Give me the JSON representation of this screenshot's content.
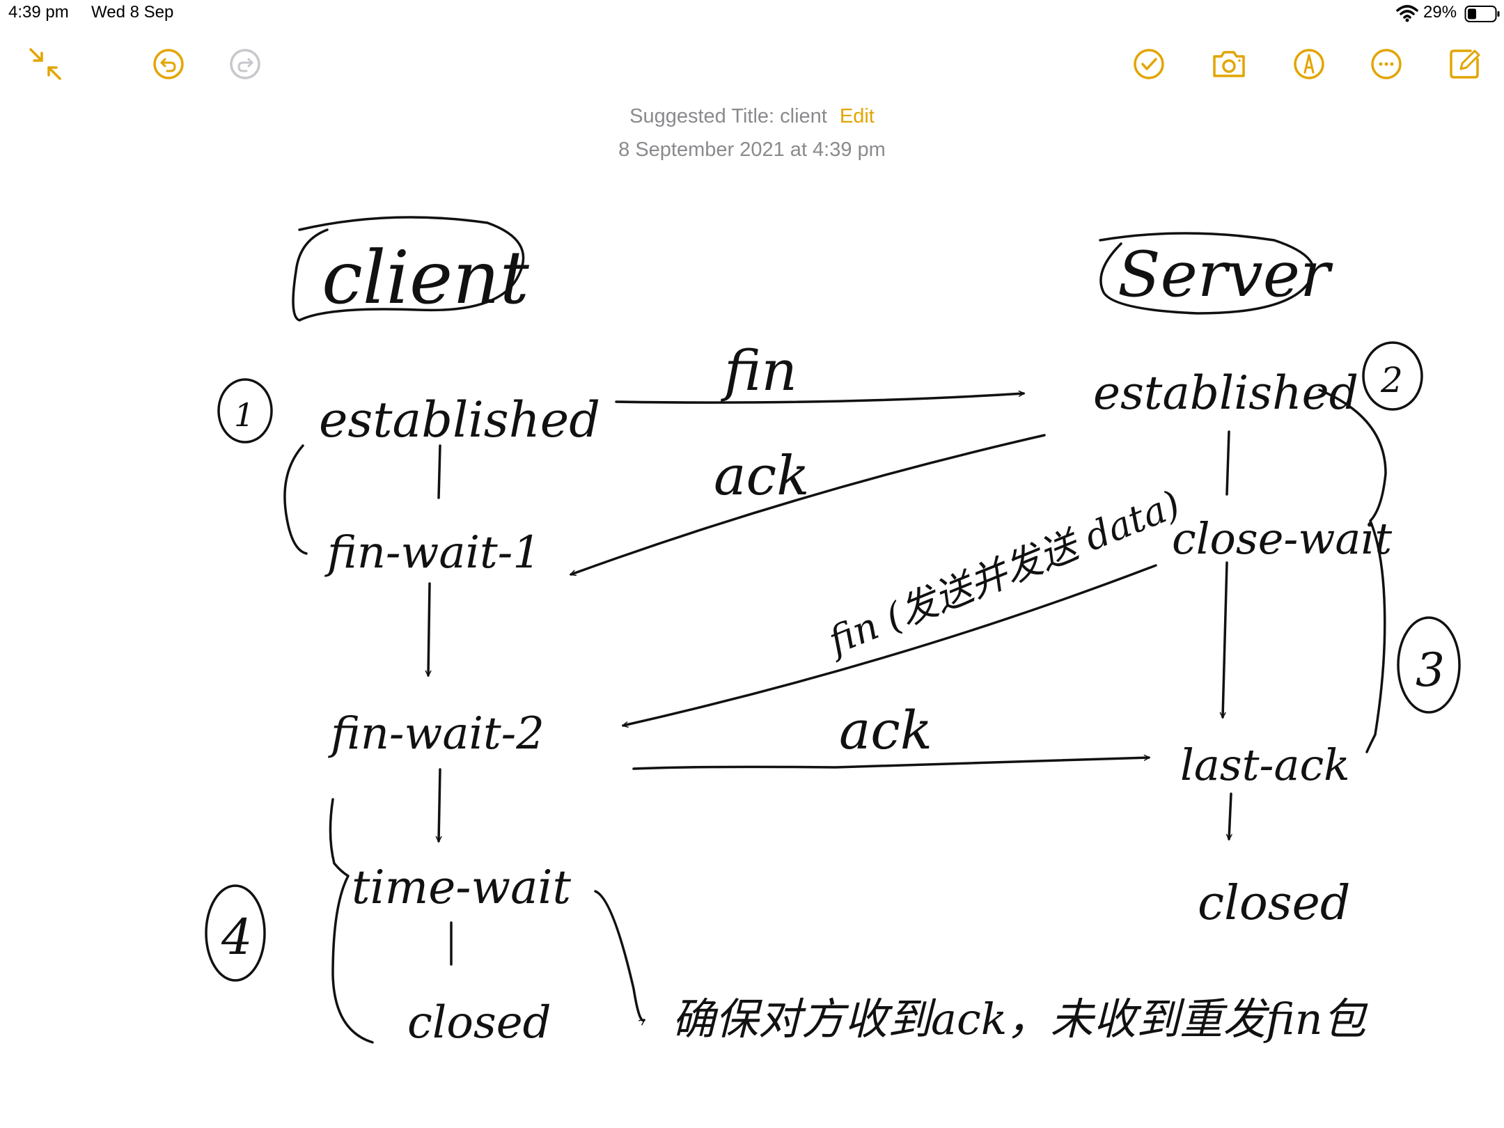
{
  "status_bar": {
    "time": "4:39 pm",
    "date": "Wed 8 Sep",
    "battery": "29%"
  },
  "toolbar": {
    "left_icons": [
      "collapse-icon",
      "undo-icon",
      "redo-icon"
    ],
    "right_icons": [
      "checklist-icon",
      "camera-icon",
      "markup-pen-icon",
      "more-icon",
      "compose-icon"
    ],
    "accent_color": "#e2a500",
    "disabled_color": "#c7c7cc"
  },
  "note": {
    "suggested_title": "Suggested Title: client",
    "edit_label": "Edit",
    "timestamp": "8 September 2021 at 4:39 pm"
  },
  "drawing": {
    "client_label": "client",
    "server_label": "Server",
    "client_states": {
      "established": "established",
      "fin_wait_1": "fin-wait-1",
      "fin_wait_2": "fin-wait-2",
      "time_wait": "time-wait",
      "closed": "closed"
    },
    "server_states": {
      "established": "established",
      "close_wait": "close-wait",
      "last_ack": "last-ack",
      "closed": "closed"
    },
    "messages": {
      "fin_1": "fin",
      "ack_1": "ack",
      "fin_2": "fin (发送并发送 data)",
      "ack_2": "ack"
    },
    "step_numbers": [
      "1",
      "2",
      "3",
      "4"
    ],
    "note_text": "确保对方收到ack，未收到重发fin包"
  }
}
